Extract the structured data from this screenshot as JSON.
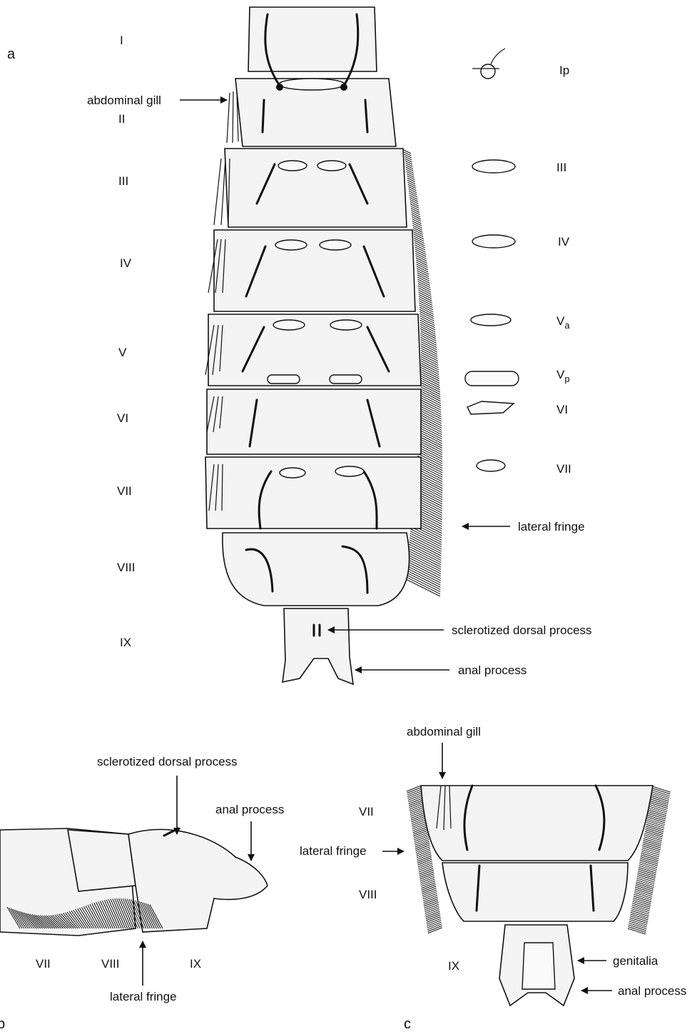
{
  "panels": {
    "a": "a",
    "b": "b",
    "c": "c"
  },
  "panel_a": {
    "segments": [
      "I",
      "II",
      "III",
      "IV",
      "V",
      "VI",
      "VII",
      "VIII",
      "IX"
    ],
    "callouts": {
      "abdominal_gill": "abdominal gill",
      "lateral_fringe": "lateral fringe",
      "sclerotized_dorsal_process": "sclerotized dorsal process",
      "anal_process": "anal process"
    },
    "detail_labels": [
      {
        "main": "I",
        "sub": "p"
      },
      {
        "main": "III",
        "sub": ""
      },
      {
        "main": "IV",
        "sub": ""
      },
      {
        "main": "V",
        "sub": "a"
      },
      {
        "main": "V",
        "sub": "p"
      },
      {
        "main": "VI",
        "sub": ""
      },
      {
        "main": "VII",
        "sub": ""
      }
    ]
  },
  "panel_b": {
    "callouts": {
      "sclerotized_dorsal_process": "sclerotized dorsal process",
      "anal_process": "anal process",
      "lateral_fringe": "lateral fringe"
    },
    "segments": [
      "VII",
      "VIII",
      "IX"
    ]
  },
  "panel_c": {
    "callouts": {
      "abdominal_gill": "abdominal gill",
      "lateral_fringe": "lateral fringe",
      "genitalia": "genitalia",
      "anal_process": "anal process"
    },
    "segments": [
      "VII",
      "VIII",
      "IX"
    ]
  }
}
